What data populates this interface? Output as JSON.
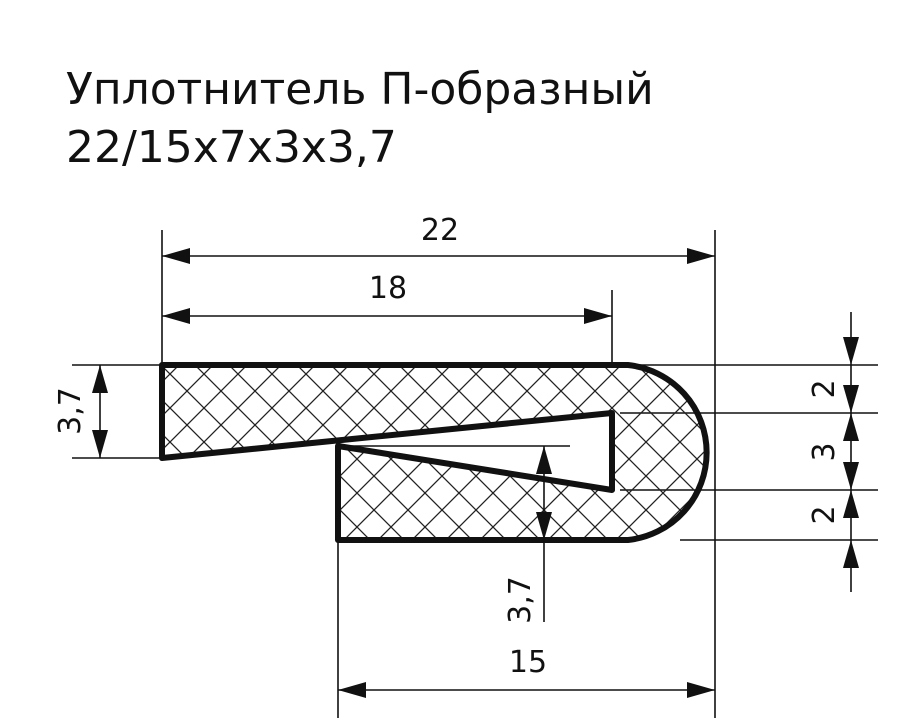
{
  "title": {
    "line1": "Уплотнитель П-образный",
    "line2": "22/15x7x3x3,7"
  },
  "dimensions": {
    "overall_width": "22",
    "upper_lip_length": "18",
    "lower_lip_length": "15",
    "upper_thickness": "3,7",
    "lower_gap": "3,7",
    "right_top": "2",
    "right_middle": "3",
    "right_bottom": "2"
  },
  "colors": {
    "line": "#111111",
    "background": "#ffffff"
  }
}
